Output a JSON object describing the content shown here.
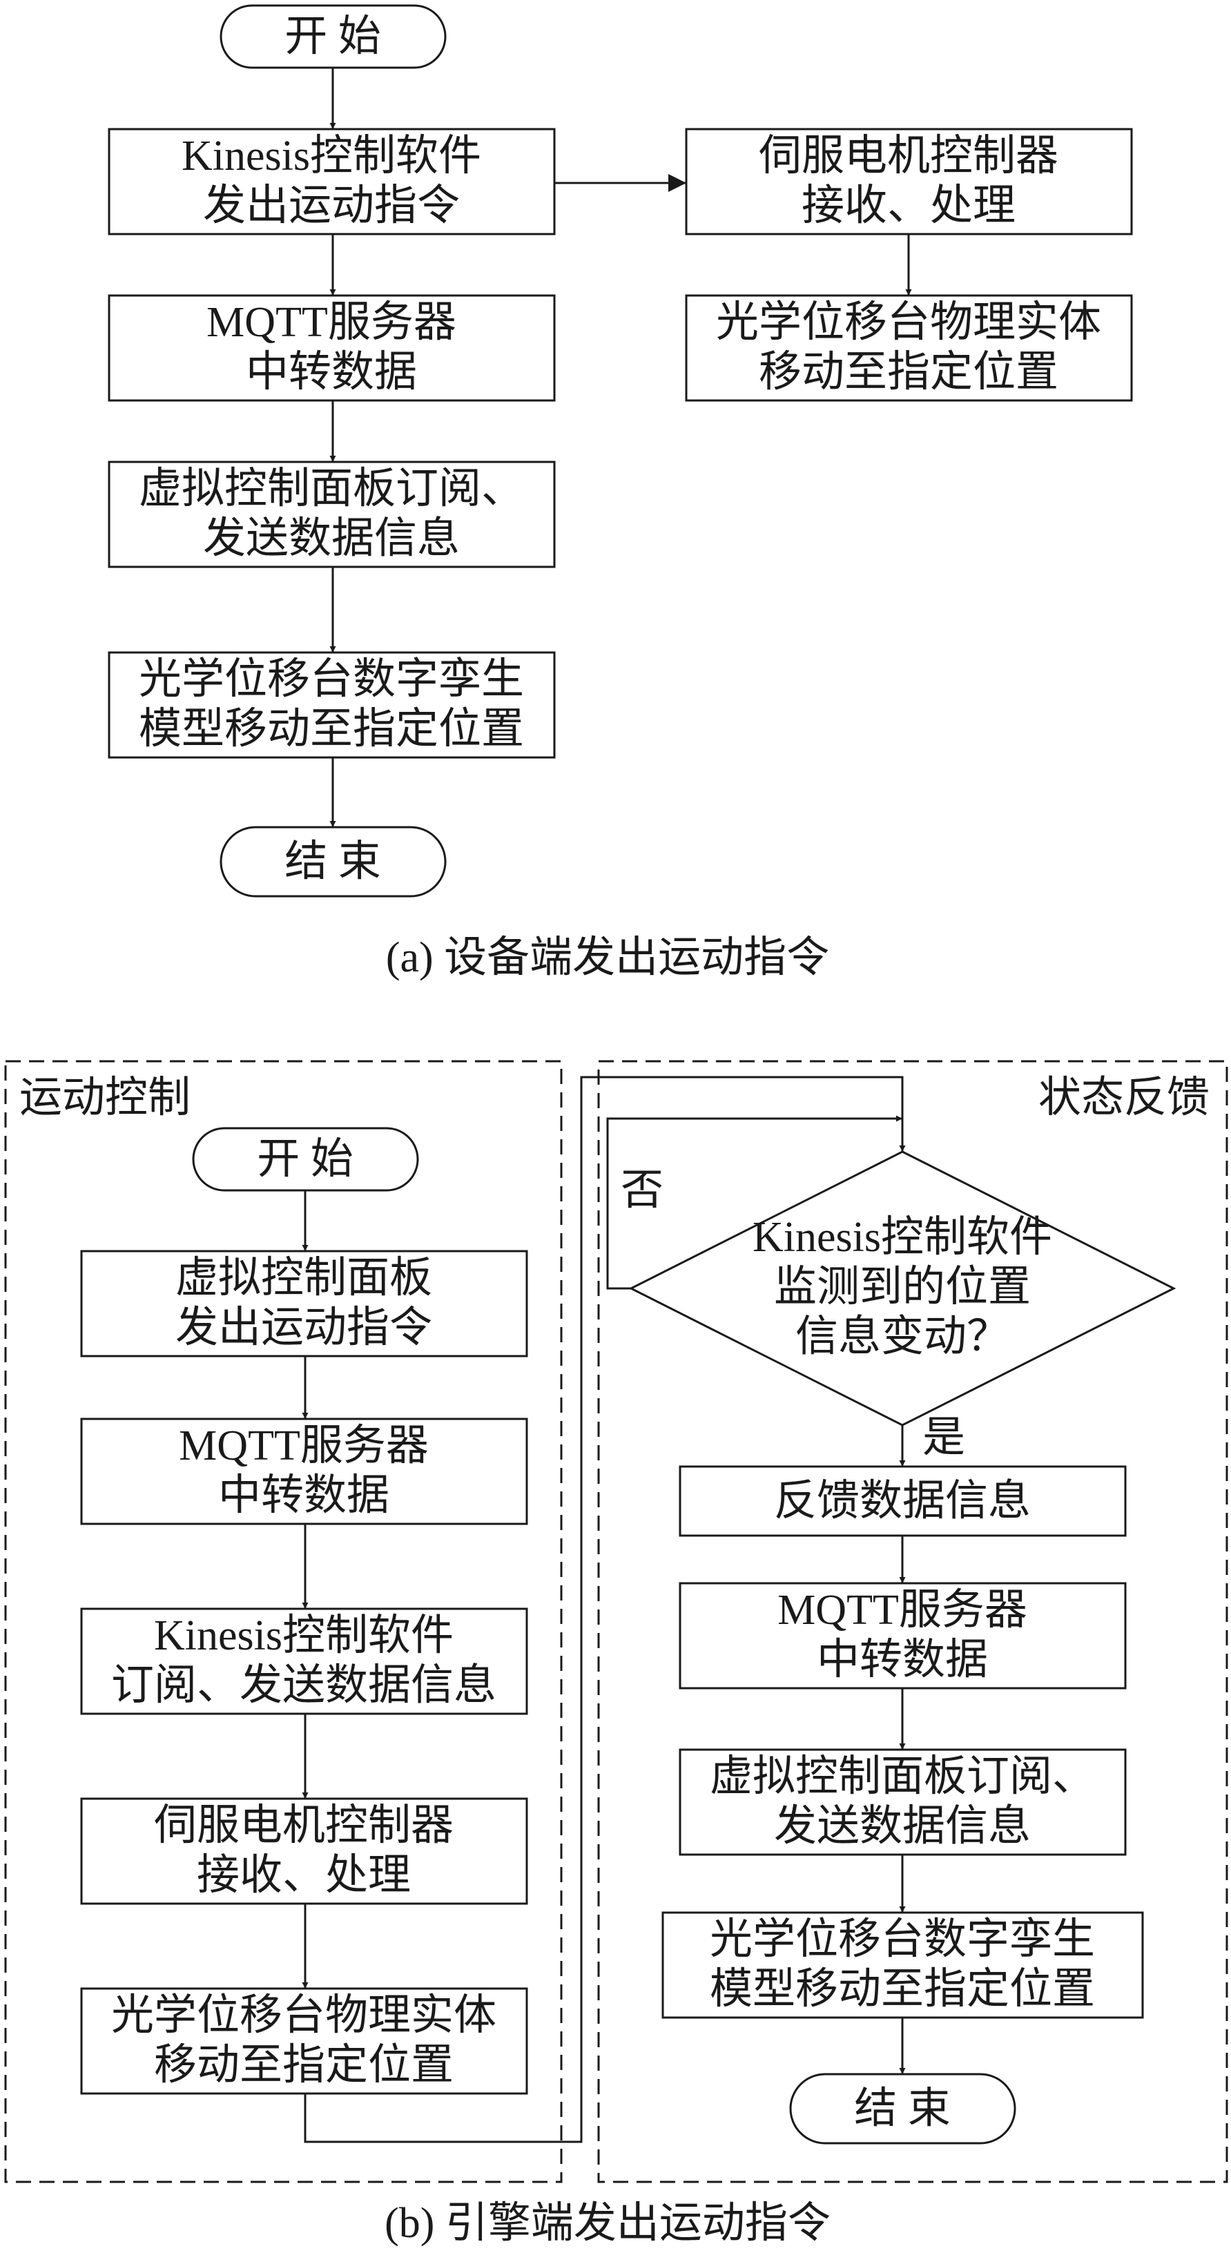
{
  "part_a": {
    "caption": "(a)  设备端发出运动指令",
    "start": "开  始",
    "step1": [
      "Kinesis控制软件",
      "发出运动指令"
    ],
    "step2": [
      "MQTT服务器",
      "中转数据"
    ],
    "step3": [
      "虚拟控制面板订阅、",
      "发送数据信息"
    ],
    "step4": [
      "光学位移台数字孪生",
      "模型移动至指定位置"
    ],
    "end": "结  束",
    "side1": [
      "伺服电机控制器",
      "接收、处理"
    ],
    "side2": [
      "光学位移台物理实体",
      "移动至指定位置"
    ]
  },
  "part_b": {
    "caption": "(b)  引擎端发出运动指令",
    "left_panel": {
      "title": "运动控制",
      "start": "开  始",
      "step1": [
        "虚拟控制面板",
        "发出运动指令"
      ],
      "step2": [
        "MQTT服务器",
        "中转数据"
      ],
      "step3": [
        "Kinesis控制软件",
        "订阅、发送数据信息"
      ],
      "step4": [
        "伺服电机控制器",
        "接收、处理"
      ],
      "step5": [
        "光学位移台物理实体",
        "移动至指定位置"
      ]
    },
    "right_panel": {
      "title": "状态反馈",
      "decision": [
        "Kinesis控制软件",
        "监测到的位置",
        "信息变动？"
      ],
      "no_label": "否",
      "yes_label": "是",
      "step1": "反馈数据信息",
      "step2": [
        "MQTT服务器",
        "中转数据"
      ],
      "step3": [
        "虚拟控制面板订阅、",
        "发送数据信息"
      ],
      "step4": [
        "光学位移台数字孪生",
        "模型移动至指定位置"
      ],
      "end": "结  束"
    }
  }
}
